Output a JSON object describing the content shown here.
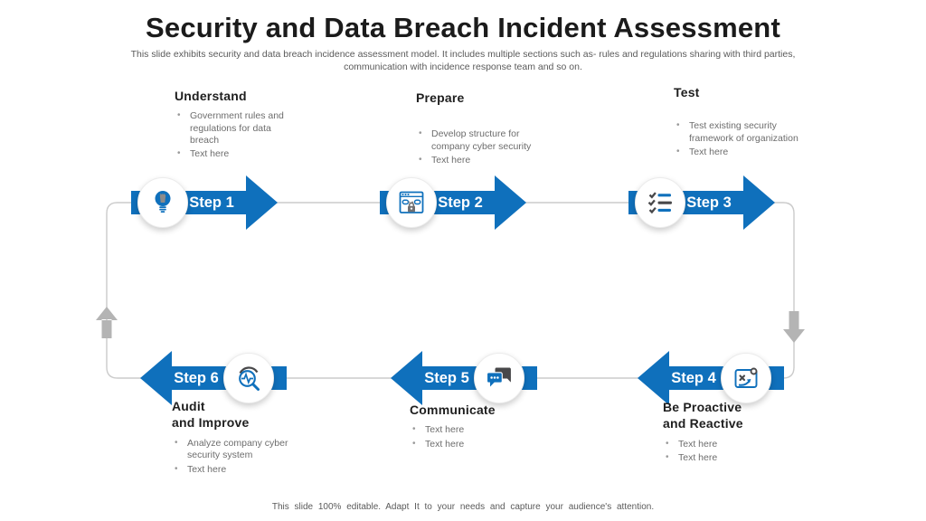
{
  "slide": {
    "title": "Security and Data Breach Incident Assessment",
    "subtitle": "This slide exhibits security and data breach incidence assessment model. It includes multiple sections such as- rules and regulations sharing with third parties, communication with incidence response team and so on.",
    "footer": "This slide 100% editable. Adapt It to your needs and capture your audience's attention."
  },
  "colors": {
    "accent_blue": "#0F70BC",
    "icon_dark": "#48484a",
    "connector_line_gray": "#cbcbcb",
    "connector_arrow_gray": "#b4b4b4",
    "heading_dark": "#1f1f1f",
    "body_text_gray": "#6d6d6d"
  },
  "flow": {
    "loop_direction": "clockwise",
    "left_connector_arrow": "up",
    "right_connector_arrow": "down"
  },
  "steps": [
    {
      "label": "Step 1",
      "heading": "Understand",
      "icon": "lightbulb-icon",
      "direction": "right",
      "bullets": [
        "Government rules and regulations for data breach",
        "Text here"
      ]
    },
    {
      "label": "Step 2",
      "heading": "Prepare",
      "icon": "secure-browser-icon",
      "direction": "right",
      "bullets": [
        "Develop structure for company cyber security",
        "Text here"
      ]
    },
    {
      "label": "Step 3",
      "heading": "Test",
      "icon": "checklist-icon",
      "direction": "right",
      "bullets": [
        "Test existing security framework of organization",
        "Text here"
      ]
    },
    {
      "label": "Step 4",
      "heading": "Be Proactive\nand Reactive",
      "icon": "strategy-icon",
      "direction": "left",
      "bullets": [
        "Text here",
        "Text here"
      ]
    },
    {
      "label": "Step 5",
      "heading": "Communicate",
      "icon": "chat-bubbles-icon",
      "direction": "left",
      "bullets": [
        "Text here",
        "Text here"
      ]
    },
    {
      "label": "Step 6",
      "heading": "Audit\nand Improve",
      "icon": "audit-magnifier-icon",
      "direction": "left",
      "bullets": [
        "Analyze company cyber security system",
        "Text here"
      ]
    }
  ]
}
